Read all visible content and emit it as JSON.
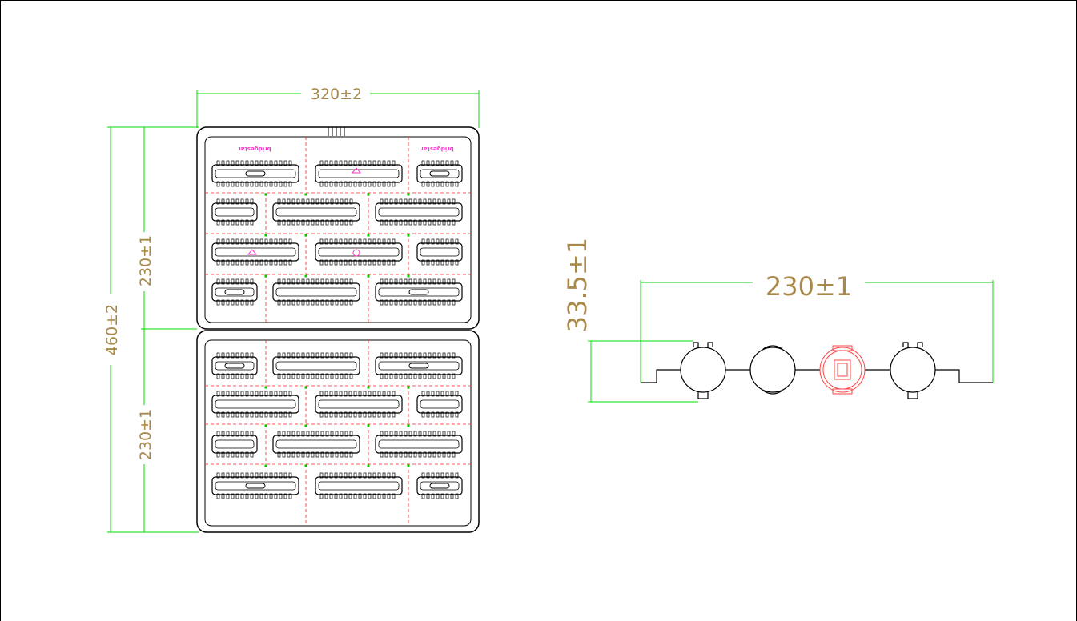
{
  "drawing": {
    "labels": {
      "overall_width": "320±2",
      "overall_height": "460±2",
      "upper_tray_height": "230±1",
      "lower_tray_height": "230±1",
      "side_thickness": "33.5±1",
      "side_length": "230±1"
    },
    "brand_marks": [
      "bridgestar",
      "bridgestar"
    ],
    "colors": {
      "outline": "#000000",
      "dimension_line": "#00dd00",
      "dimension_text": "#a8894a",
      "cut_line": "#ff2222",
      "logo": "#ff33cc",
      "highlight": "#ff4444"
    }
  }
}
